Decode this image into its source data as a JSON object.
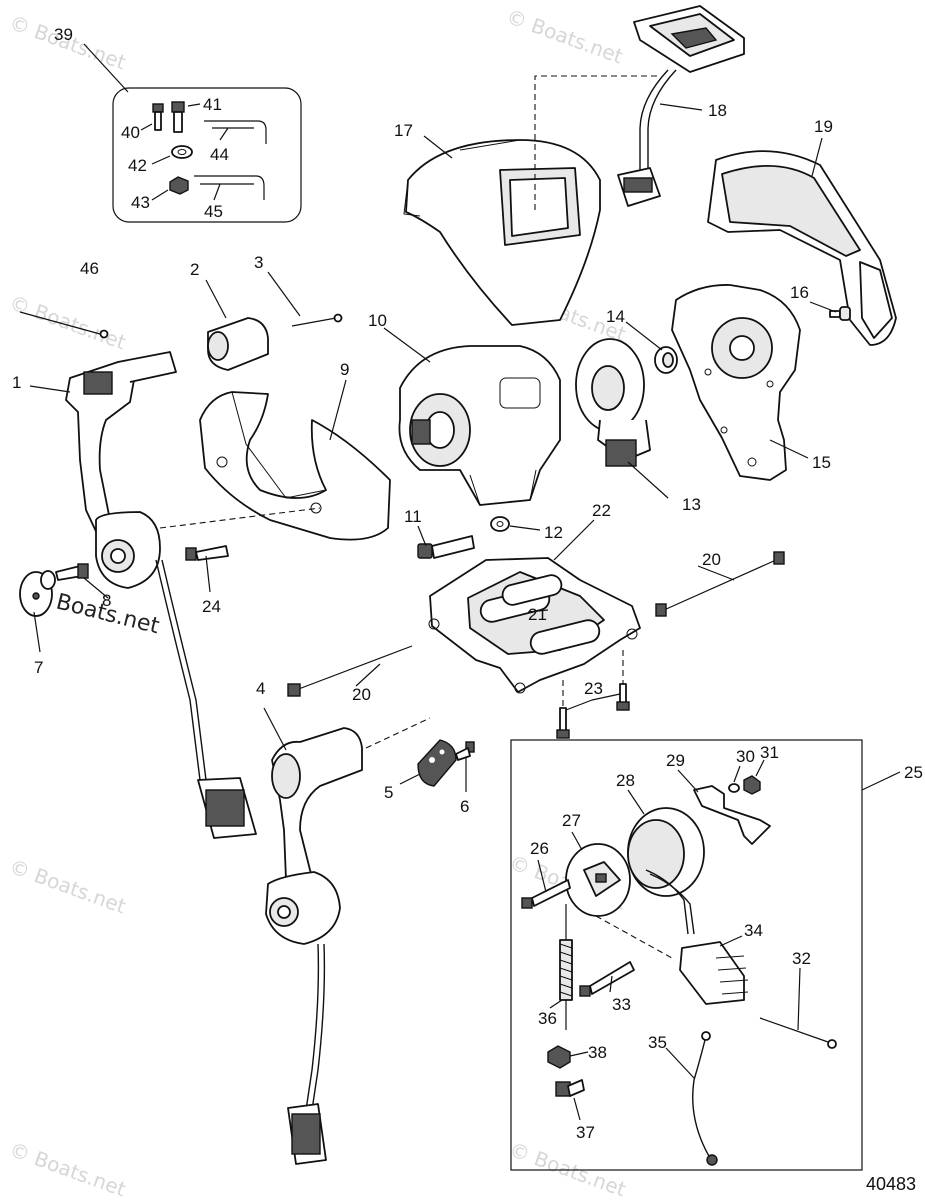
{
  "figure_number": "40483",
  "watermark": "© Boats.net",
  "watermark_brand": "Boats.net",
  "callouts": {
    "c1": "1",
    "c2": "2",
    "c3": "3",
    "c4": "4",
    "c5": "5",
    "c6": "6",
    "c7": "7",
    "c8": "8",
    "c9": "9",
    "c10": "10",
    "c11": "11",
    "c12": "12",
    "c13": "13",
    "c14": "14",
    "c15": "15",
    "c16": "16",
    "c17": "17",
    "c18": "18",
    "c19": "19",
    "c20a": "20",
    "c20b": "20",
    "c21": "21",
    "c22": "22",
    "c23": "23",
    "c24": "24",
    "c25": "25",
    "c26": "26",
    "c27": "27",
    "c28": "28",
    "c29": "29",
    "c30": "30",
    "c31": "31",
    "c32": "32",
    "c33": "33",
    "c34": "34",
    "c35": "35",
    "c36": "36",
    "c37": "37",
    "c38": "38",
    "c39": "39",
    "c40": "40",
    "c41": "41",
    "c42": "42",
    "c43": "43",
    "c44": "44",
    "c45": "45",
    "c46": "46"
  }
}
